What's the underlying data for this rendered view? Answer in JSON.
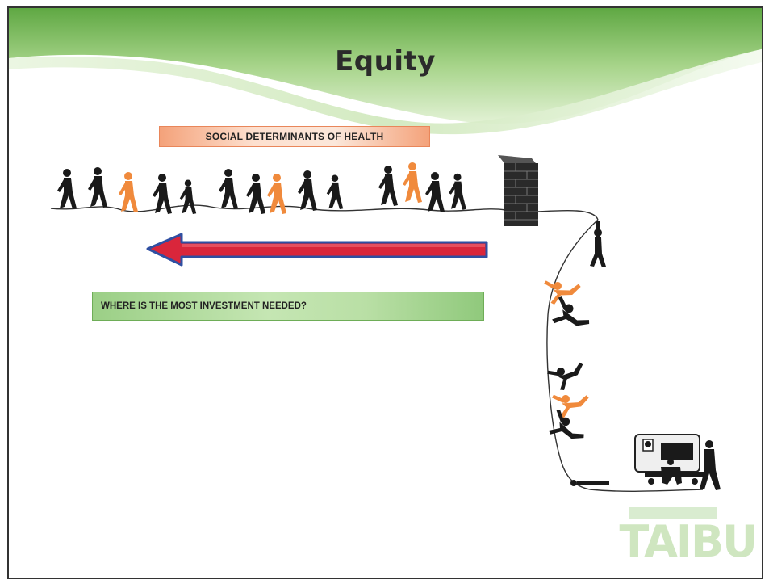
{
  "slide": {
    "title": "Equity",
    "subtitle_box": "SOCIAL DETERMINANTS OF HEALTH",
    "question_box": "WHERE IS THE MOST INVESTMENT NEEDED?",
    "logo_text": "TAIBU"
  },
  "colors": {
    "banner_green": "#7fbf5a",
    "arrow_red": "#d9263b",
    "arrow_blue": "#2f4fa2",
    "figure_orange": "#f08a3c",
    "figure_black": "#1a1a1a",
    "wall_dark": "#2a2a2a"
  },
  "icons": [
    "walking-person-icon",
    "falling-person-icon",
    "brick-wall-icon",
    "hospital-bed-icon",
    "left-arrow-icon"
  ]
}
